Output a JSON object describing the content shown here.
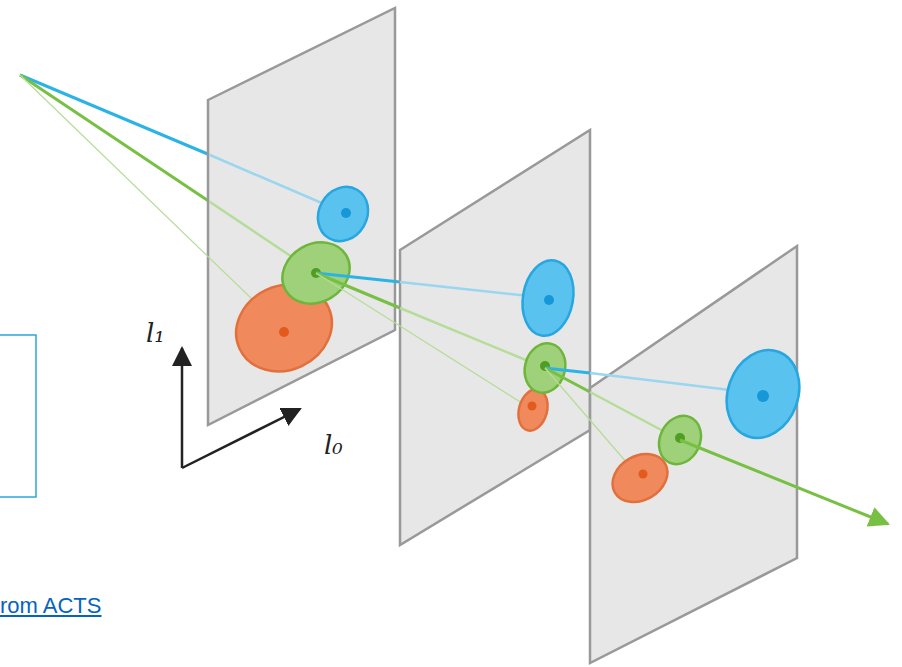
{
  "diagram": {
    "labels": [
      "l₁",
      "l₀",
      "rom ACTS"
    ]
  }
}
